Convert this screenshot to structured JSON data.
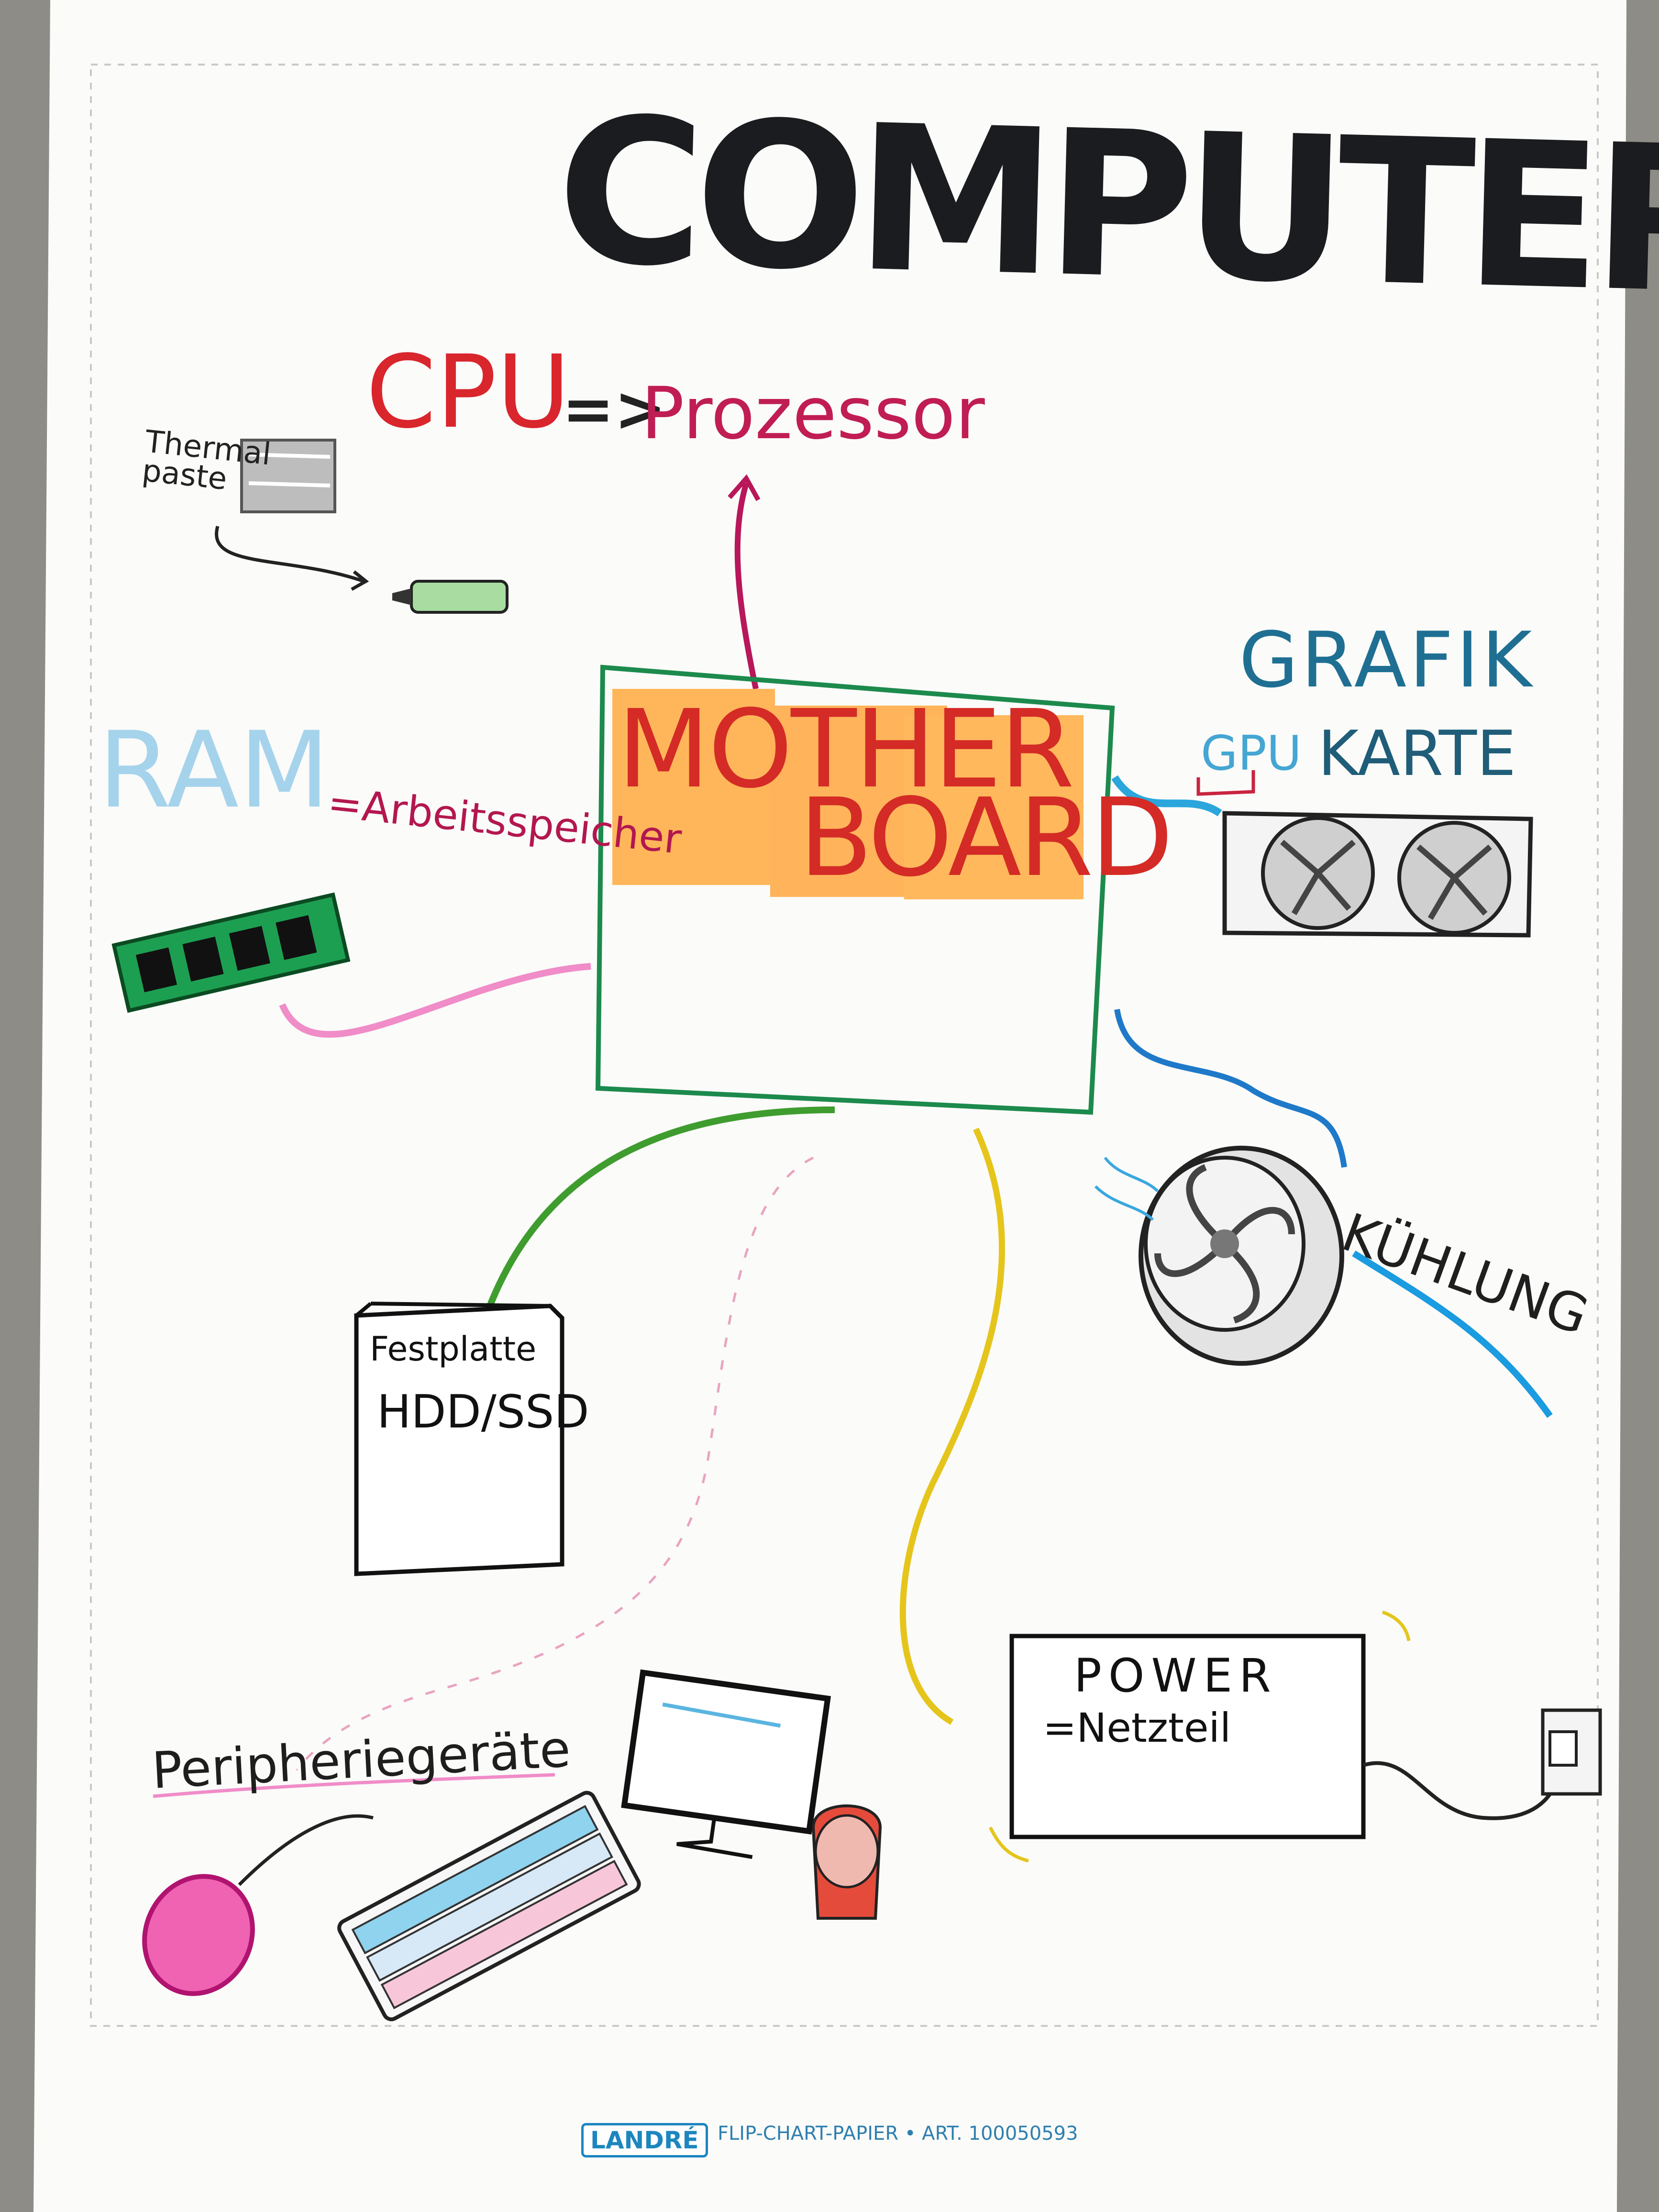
{
  "poster": {
    "title": "COMPUTER",
    "cpu": {
      "label": "CPU",
      "arrow": "=>",
      "desc": "Prozessor"
    },
    "thermal_paste": "Thermal paste",
    "ram": {
      "label": "RAM",
      "desc": "=Arbeitsspeicher"
    },
    "motherboard": {
      "line1": "MOTHER",
      "line2": "BOARD"
    },
    "gpu": {
      "line1": "GRAFIK",
      "tag": "GPU",
      "line2": "KARTE"
    },
    "cooling": "KÜHLUNG",
    "storage": {
      "line1": "Festplatte",
      "line2": "HDD/SSD"
    },
    "power": {
      "line1": "POWER",
      "line2": "=Netzteil"
    },
    "peripherals": "Peripheriegeräte",
    "footer": {
      "brand": "LANDRÉ",
      "text": "FLIP-CHART-PAPIER • ART. 100050593"
    }
  },
  "colors": {
    "paper": "#fbfbf9",
    "title": "#1b1c1f",
    "cpu": "#d9252c",
    "prozessor": "#c01d55",
    "ram": "#a6d3ec",
    "motherboard_box": "#1c8a4d",
    "sticky_note": "#ffb65a",
    "ram_wire": "#f08cc8",
    "storage_wire": "#3f9c2f",
    "power_wire": "#e5c51c",
    "gpu_wire": "#2aa6dd",
    "cooling_wire": "#1f79c9"
  },
  "icons": [
    "ram-module-icon",
    "gpu-card-icon",
    "fan-icon",
    "hdd-box-icon",
    "mouse-icon",
    "keyboard-icon",
    "monitor-icon",
    "speaker-icon",
    "wall-socket-icon",
    "thermal-paste-tube-icon"
  ]
}
